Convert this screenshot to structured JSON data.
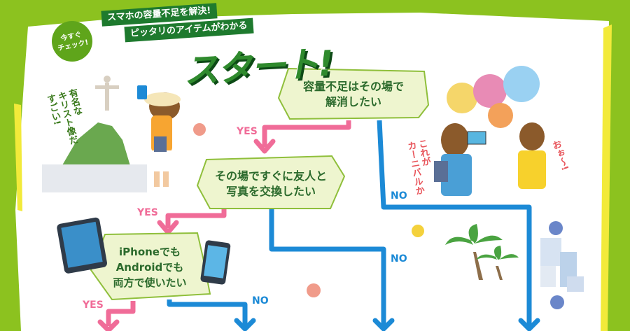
{
  "badge": {
    "line1": "今すぐ",
    "line2": "チェック!"
  },
  "header": {
    "tagline1": "スマホの容量不足を解決!",
    "tagline2": "ピッタリのアイテムがわかる",
    "title": "スタート!"
  },
  "questions": [
    {
      "line1": "容量不足はその場で",
      "line2": "解消したい"
    },
    {
      "line1": "その場ですぐに友人と",
      "line2": "写真を交換したい"
    },
    {
      "line1": "iPhoneでも",
      "line2": "Androidでも",
      "line3": "両方で使いたい"
    }
  ],
  "answers": {
    "yes": "YES",
    "no": "NO"
  },
  "captions": {
    "statue": [
      "有名な",
      "キリスト像だ",
      "すごい!"
    ],
    "carnival": [
      "これが",
      "カーニバルか"
    ],
    "wow": "おぉ〜!"
  },
  "colors": {
    "background": "#8cc21f",
    "yes_path": "#f06c98",
    "no_path": "#1c8ad6",
    "box_fill": "#eef5cf",
    "title_green": "#2f8a2d"
  }
}
